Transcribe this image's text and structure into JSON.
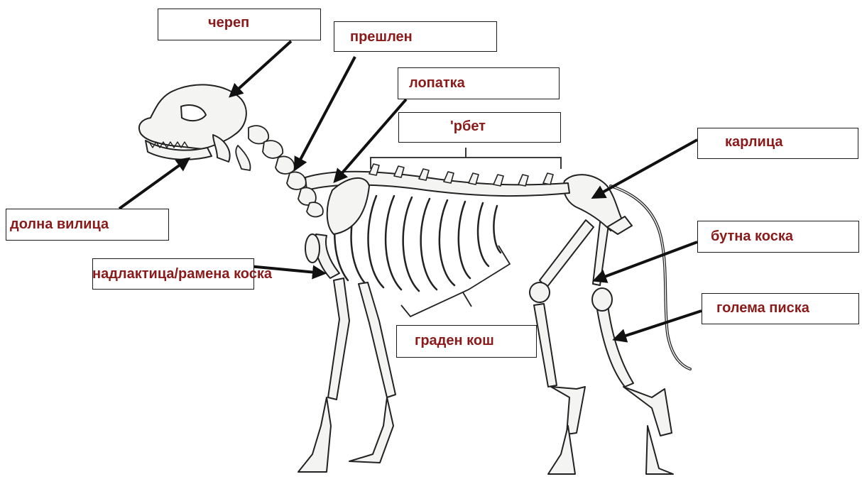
{
  "labels": {
    "skull": "череп",
    "vertebra": "прешлен",
    "scapula": "лопатка",
    "spine": "'рбет",
    "pelvis": "карлица",
    "mandible": "долна вилица",
    "femur": "бутна коска",
    "humerus": "надлактица/рамена коска",
    "tibia": "голема писка",
    "ribcage": "граден кош"
  },
  "colors": {
    "label_text": "#8b1a1a",
    "bone_fill": "#f4f4f2",
    "bone_stroke": "#222222",
    "arrow": "#111111"
  }
}
